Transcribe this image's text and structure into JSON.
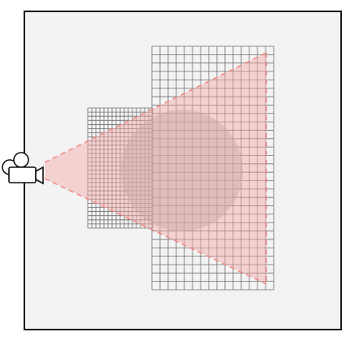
{
  "scene": {
    "background_color": "#f3f3f3",
    "frame_border_color": "#1a1a1a",
    "grid_line_color": "#6f6f6f",
    "frustum_fill_color": "#f7a9a8",
    "frustum_line_color": "#f08a88",
    "sphere_color": "#a9a9a9",
    "camera_icon": "video-camera-icon"
  },
  "large_grid": {
    "columns": 15,
    "rows": 29
  },
  "small_grid": {
    "columns": 16,
    "rows": 29
  }
}
